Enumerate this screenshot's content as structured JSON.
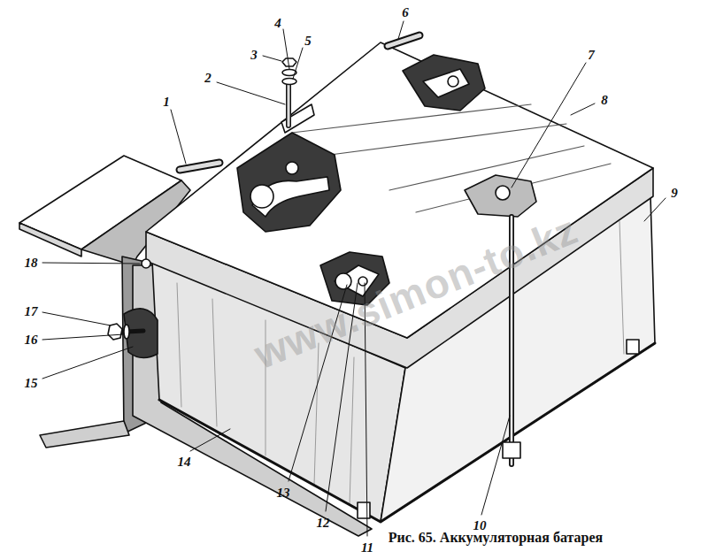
{
  "diagram": {
    "caption": "Рис. 65. Аккумуляторная батарея",
    "labels": [
      "1",
      "2",
      "3",
      "4",
      "5",
      "6",
      "7",
      "8",
      "9",
      "10",
      "11",
      "12",
      "13",
      "14",
      "15",
      "16",
      "17",
      "18",
      "www.simon-to.kz"
    ]
  }
}
